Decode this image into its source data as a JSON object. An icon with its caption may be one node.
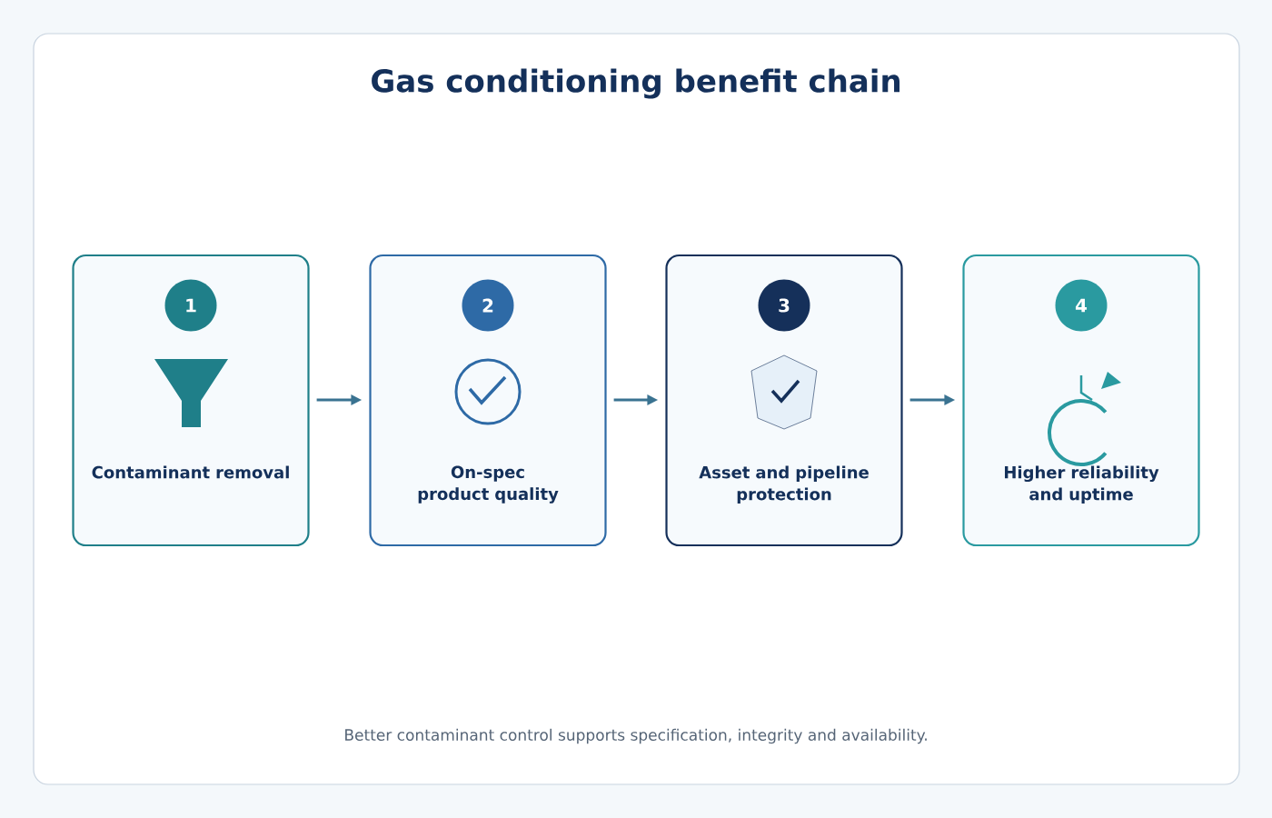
{
  "diagram": {
    "title": "Gas conditioning benefit chain",
    "caption": "Better contaminant control supports specification, integrity and availability.",
    "nodes": [
      {
        "text": [
          "Contaminant removal"
        ]
      },
      {
        "text": [
          "1"
        ],
        "in": 0
      },
      {
        "text": [
          "On-spec product quality"
        ]
      },
      {
        "text": [
          "2"
        ],
        "in": 2
      },
      {
        "text": [
          "Asset and pipeline protection"
        ]
      },
      {
        "text": [
          "3"
        ],
        "in": 4
      },
      {
        "text": [
          "Higher reliability and uptime"
        ]
      },
      {
        "text": [
          "4"
        ],
        "in": 6
      }
    ],
    "edges": [
      {
        "from": 0,
        "to": 2,
        "arrow": "to"
      },
      {
        "from": 2,
        "to": 4,
        "arrow": "to"
      },
      {
        "from": 4,
        "to": 6,
        "arrow": "to"
      }
    ]
  }
}
